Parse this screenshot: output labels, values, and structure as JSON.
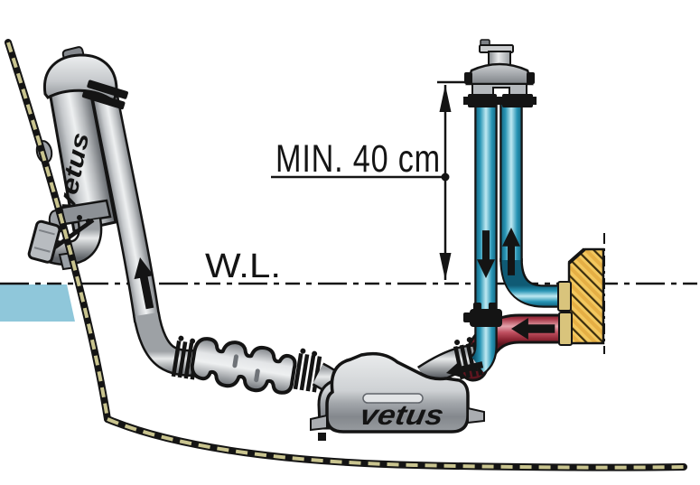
{
  "labels": {
    "min_height": "MIN. 40 cm",
    "waterline": "W.L.",
    "brand_gooseneck": "vetus",
    "brand_waterlock": "vetus"
  },
  "colors": {
    "cooling_water_pipe": "#2794b4",
    "exhaust_outlet_pipe": "#c05060",
    "sea_water": "#8fc7da",
    "transom_wood": "#f2c75e",
    "skin_fitting_flange": "#d9c47c",
    "hull_core": "#c9c48f",
    "outline": "#141414"
  },
  "components": [
    "gooseneck-outlet",
    "anti-siphon-air-vent",
    "waterlock-muffler",
    "bellows-hose",
    "transom",
    "hull",
    "waterline"
  ],
  "flow_arrows": [
    {
      "name": "exhaust-hose-flow",
      "direction": "up"
    },
    {
      "name": "cooling-pipe-left-flow",
      "direction": "down"
    },
    {
      "name": "cooling-pipe-right-flow",
      "direction": "up"
    },
    {
      "name": "exhaust-outlet-flow",
      "direction": "left"
    },
    {
      "name": "waterlock-outlet-flow",
      "direction": "left"
    }
  ]
}
